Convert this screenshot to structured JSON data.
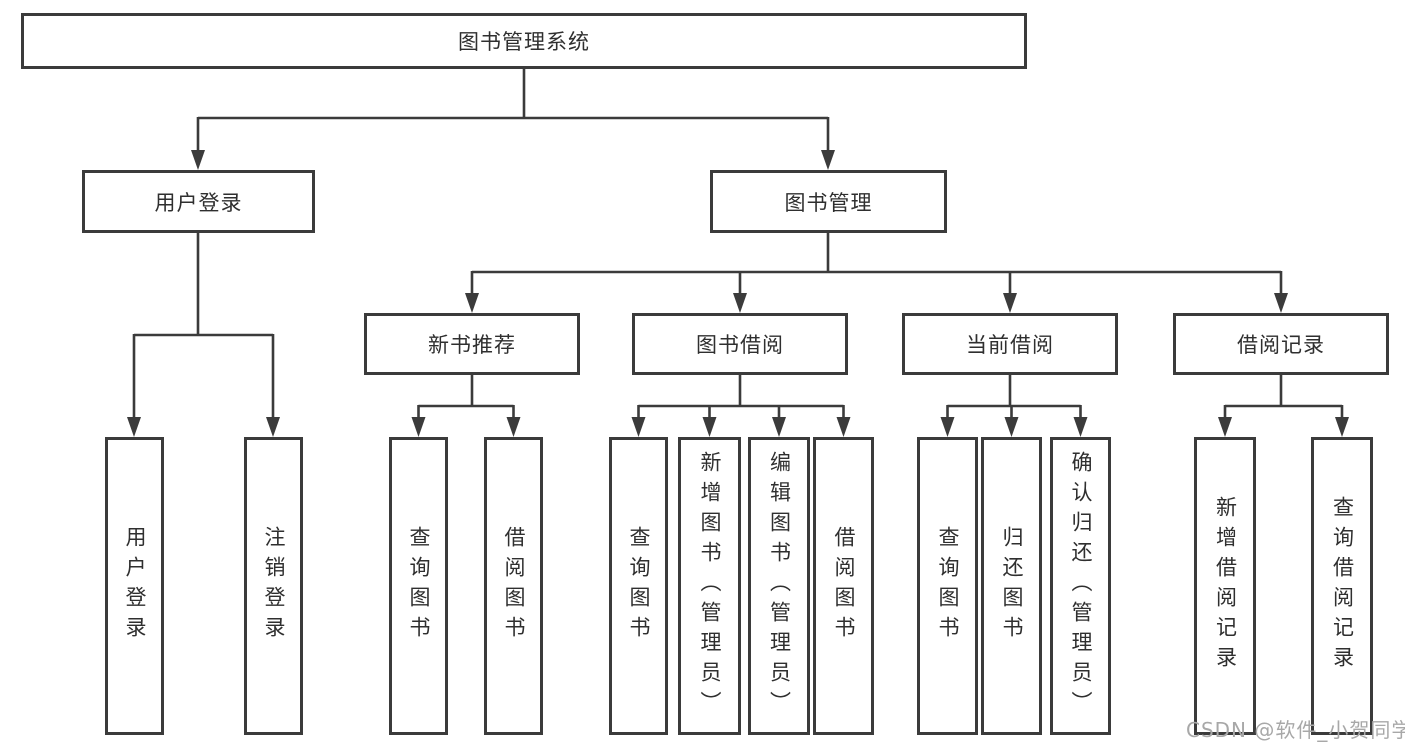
{
  "diagram": {
    "root": "图书管理系统",
    "level2": {
      "user_login": "用户登录",
      "book_management": "图书管理"
    },
    "level3": {
      "new_book_recommend": "新书推荐",
      "book_borrow": "图书借阅",
      "current_borrow": "当前借阅",
      "borrow_records": "借阅记录"
    },
    "leaves": [
      "用户登录",
      "注销登录",
      "查询图书",
      "借阅图书",
      "查询图书",
      "新增图书（管理员）",
      "编辑图书（管理员）",
      "借阅图书",
      "查询图书",
      "归还图书",
      "确认归还（管理员）",
      "新增借阅记录",
      "查询借阅记录"
    ]
  },
  "watermark": "CSDN @软件_小贺同学",
  "colors": {
    "line": "#3b3b3b",
    "text": "#2f2f2f",
    "bg": "#ffffff",
    "watermark": "#a8a8a8"
  }
}
